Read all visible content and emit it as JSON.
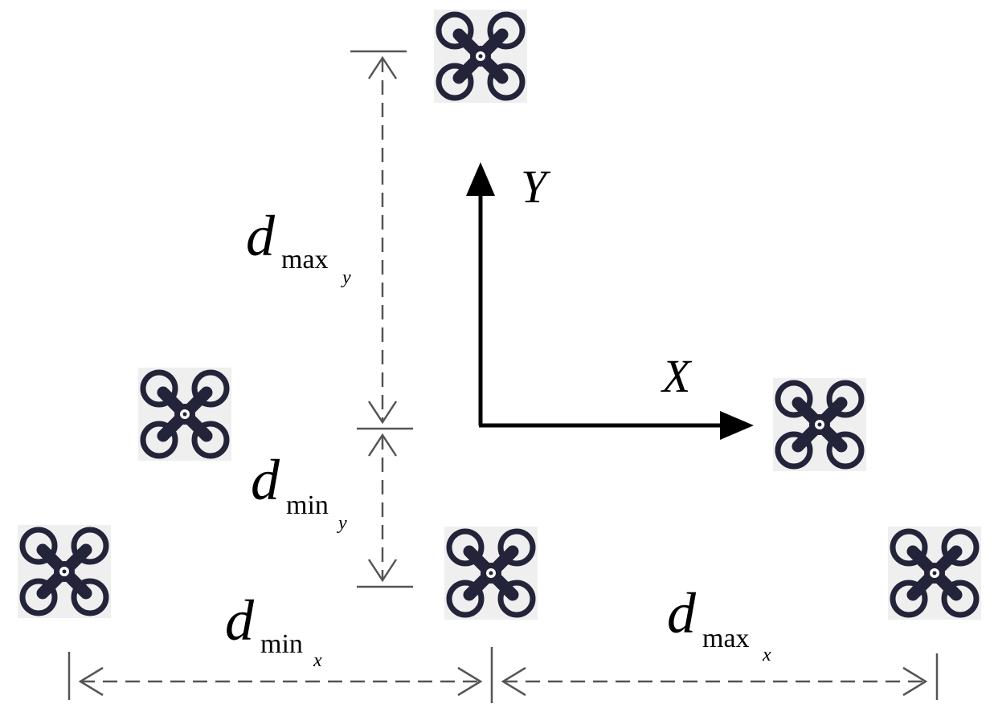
{
  "colors": {
    "background": "#ffffff",
    "drone_body": "#23233a",
    "drone_tile": "#efefef",
    "axis": "#000000",
    "dimension": "#555555"
  },
  "icons": [
    "quadcopter-drone-icon"
  ],
  "axes": {
    "x_label": "X",
    "y_label": "Y"
  },
  "dimensions": {
    "d_max_y": {
      "base": "d",
      "sub": "max",
      "subsub": "y"
    },
    "d_min_y": {
      "base": "d",
      "sub": "min",
      "subsub": "y"
    },
    "d_min_x": {
      "base": "d",
      "sub": "min",
      "subsub": "x"
    },
    "d_max_x": {
      "base": "d",
      "sub": "max",
      "subsub": "x"
    }
  }
}
